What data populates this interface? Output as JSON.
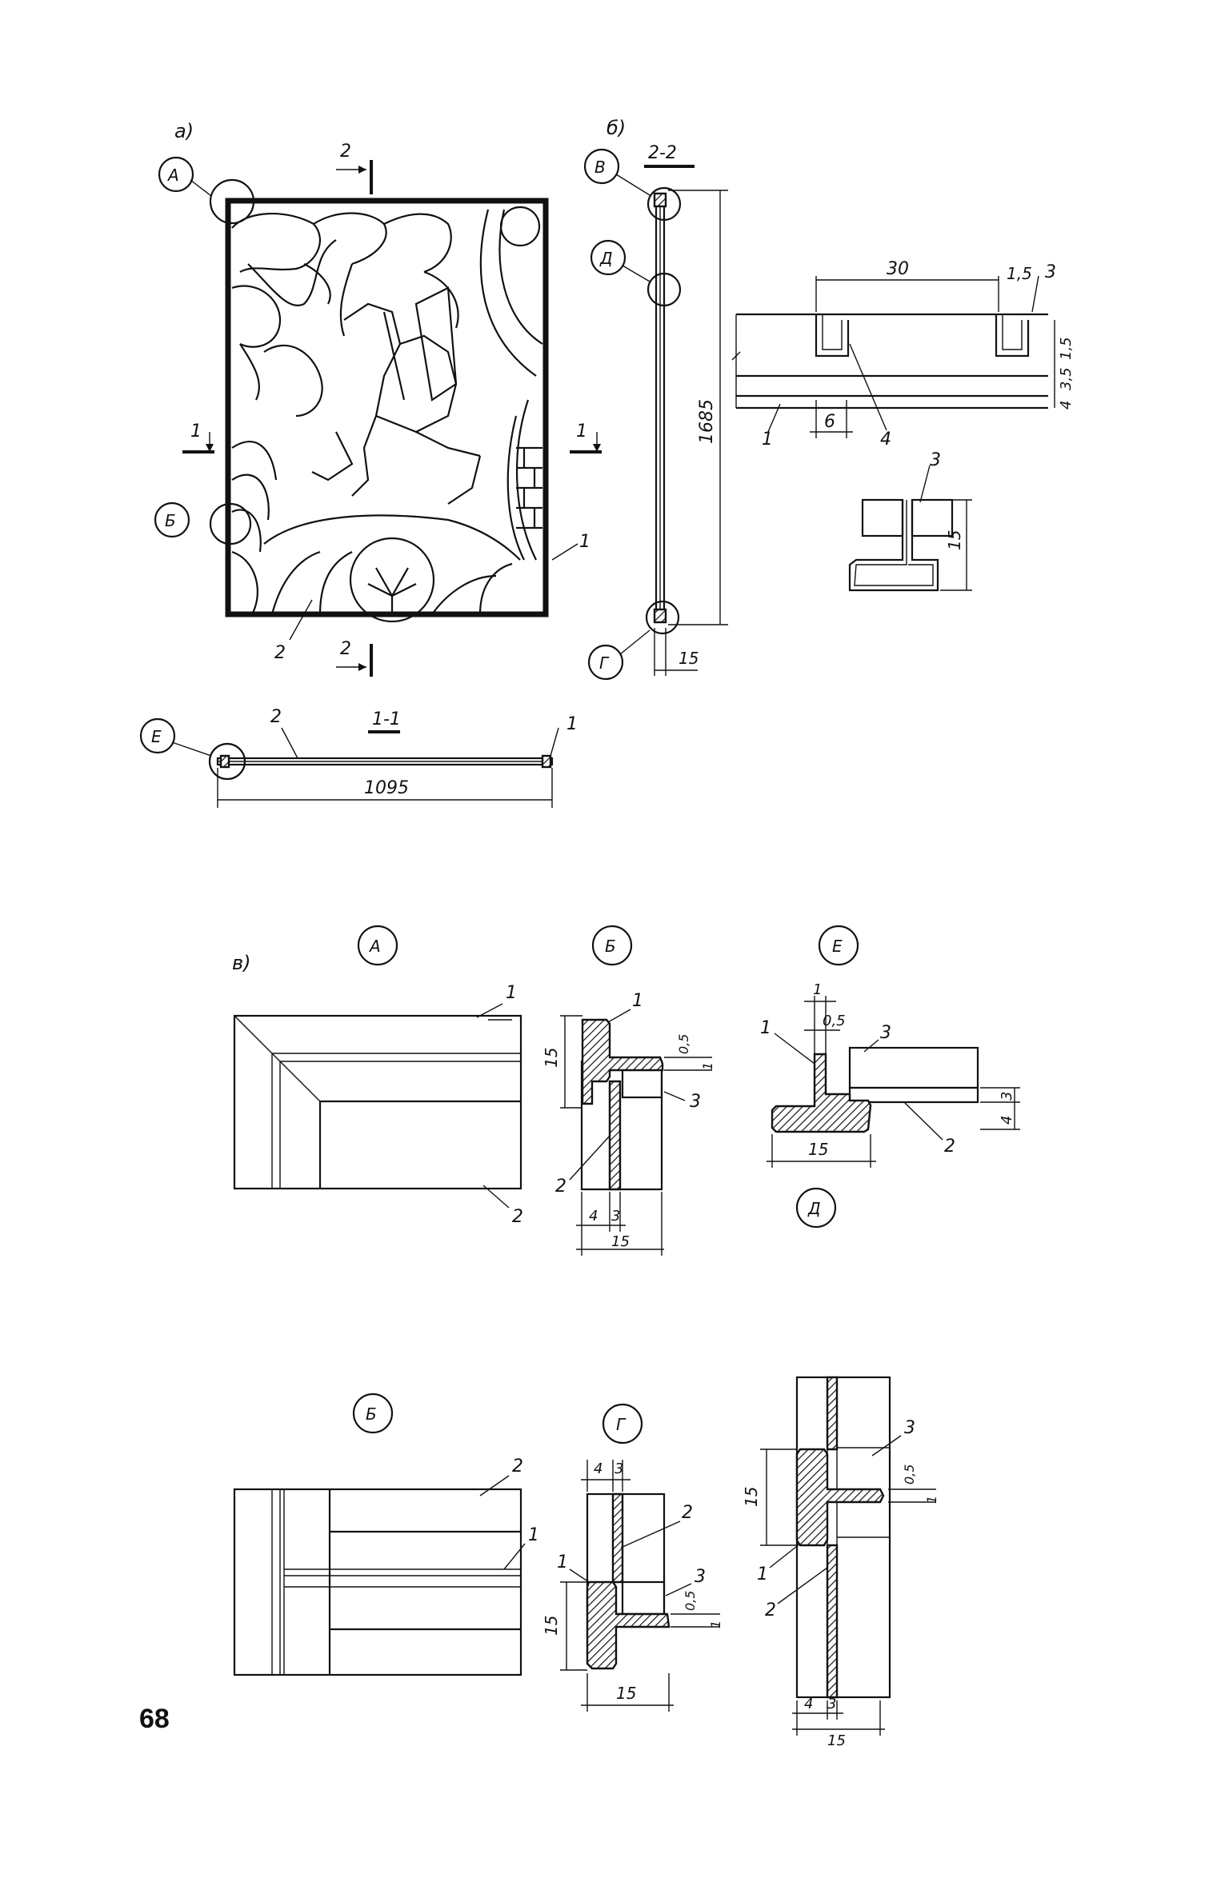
{
  "page_number": "68",
  "panels": {
    "a": "а)",
    "b": "б)",
    "v": "в)"
  },
  "callouts": {
    "A": "А",
    "B": "Б",
    "V": "В",
    "D": "Д",
    "G": "Г",
    "E": "Е"
  },
  "sections": {
    "s11": "1-1",
    "s22": "2-2",
    "cut1": "1",
    "cut2": "2"
  },
  "dimensions": {
    "height": "1685",
    "width": "1095",
    "d15": "15",
    "d30": "30",
    "d1_5": "1,5",
    "d6": "6",
    "d4": "4",
    "d3": "3",
    "d0_5": "0,5",
    "d1": "1",
    "d3_5": "3,5"
  },
  "labels": {
    "n1": "1",
    "n2": "2",
    "n3": "3",
    "n4": "4"
  }
}
